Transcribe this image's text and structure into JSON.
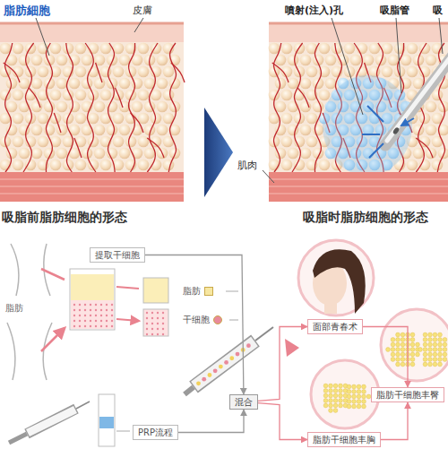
{
  "diagram": {
    "nodes": [
      {
        "text": [
          "提取干细胞"
        ]
      },
      {
        "text": [
          "混合"
        ]
      },
      {
        "text": [
          "PRP流程"
        ]
      },
      {
        "text": [
          "面部青春术"
        ]
      },
      {
        "text": [
          "脂肪干细胞丰胸"
        ]
      },
      {
        "text": [
          "脂肪干细胞丰臀"
        ]
      }
    ],
    "edges": [
      {
        "from": 0,
        "to": 1,
        "arrow": "to"
      },
      {
        "from": 2,
        "to": 1,
        "arrow": "to"
      },
      {
        "from": 1,
        "to": 3,
        "arrow": "to"
      },
      {
        "from": 1,
        "to": 4,
        "arrow": "to"
      },
      {
        "from": 3,
        "to": 5,
        "arrow": "to"
      },
      {
        "from": 4,
        "to": 5,
        "arrow": "to"
      }
    ],
    "labels": [
      "脂肪細胞",
      "皮膚",
      "噴射(注入)孔",
      "吸脂管",
      "吸",
      "肌肉",
      "吸脂前脂肪细胞的形态",
      "吸脂时脂肪细胞的形态",
      "脂肪"
    ],
    "legend": [
      {
        "text": "脂肪",
        "color": "#f7e7a1"
      },
      {
        "text": "干细胞",
        "color": "#e98a9b"
      }
    ]
  }
}
